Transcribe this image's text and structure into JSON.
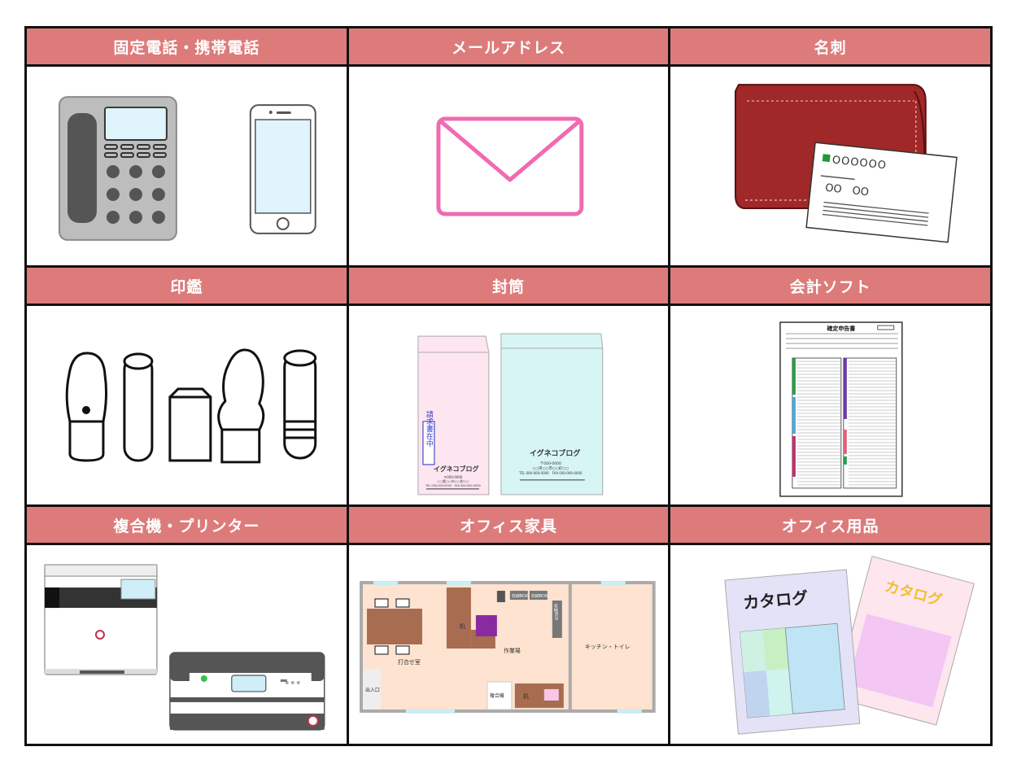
{
  "categories": [
    {
      "label": "固定電話・携帯電話",
      "icon": "phones-icon"
    },
    {
      "label": "メールアドレス",
      "icon": "envelope-mail-icon"
    },
    {
      "label": "名刺",
      "icon": "business-card-case-icon"
    },
    {
      "label": "印鑑",
      "icon": "seals-icon"
    },
    {
      "label": "封筒",
      "icon": "envelopes-icon"
    },
    {
      "label": "会計ソフト",
      "icon": "tax-return-form-icon"
    },
    {
      "label": "複合機・プリンター",
      "icon": "printers-icon"
    },
    {
      "label": "オフィス家具",
      "icon": "office-floorplan-icon"
    },
    {
      "label": "オフィス用品",
      "icon": "catalogs-icon"
    }
  ],
  "card_text": {
    "line1": "OOOOOO",
    "line2": "OO　OO"
  },
  "envelope_pink": {
    "stamp": "請求書在中",
    "brand": "イグネコブログ",
    "zip": "〒000-0000",
    "addr": "○○県○○市○○町○○",
    "tel": "TEL 000-000-0000　FAX 000-000-0000"
  },
  "envelope_blue": {
    "brand": "イグネコブログ",
    "zip": "〒000-0000",
    "addr": "○○県○○市○○町○○",
    "tel": "TEL 000-000-0000　FAX 000-000-0000"
  },
  "tax_form": {
    "title": "確定申告書"
  },
  "floorplan": {
    "meeting": "打合せ室",
    "desk1": "机",
    "workspace": "作業場",
    "kitchen": "キッチン・トイレ",
    "entrance": "出入口",
    "copier": "複合機",
    "desk2": "机",
    "box1": "収納BOX",
    "box2": "収納BOX",
    "box3": "収納BOX"
  },
  "catalog": {
    "title1": "カタログ",
    "title2": "カタログ"
  },
  "colors": {
    "header_bg": "#dd7b7b",
    "border": "#111111"
  }
}
